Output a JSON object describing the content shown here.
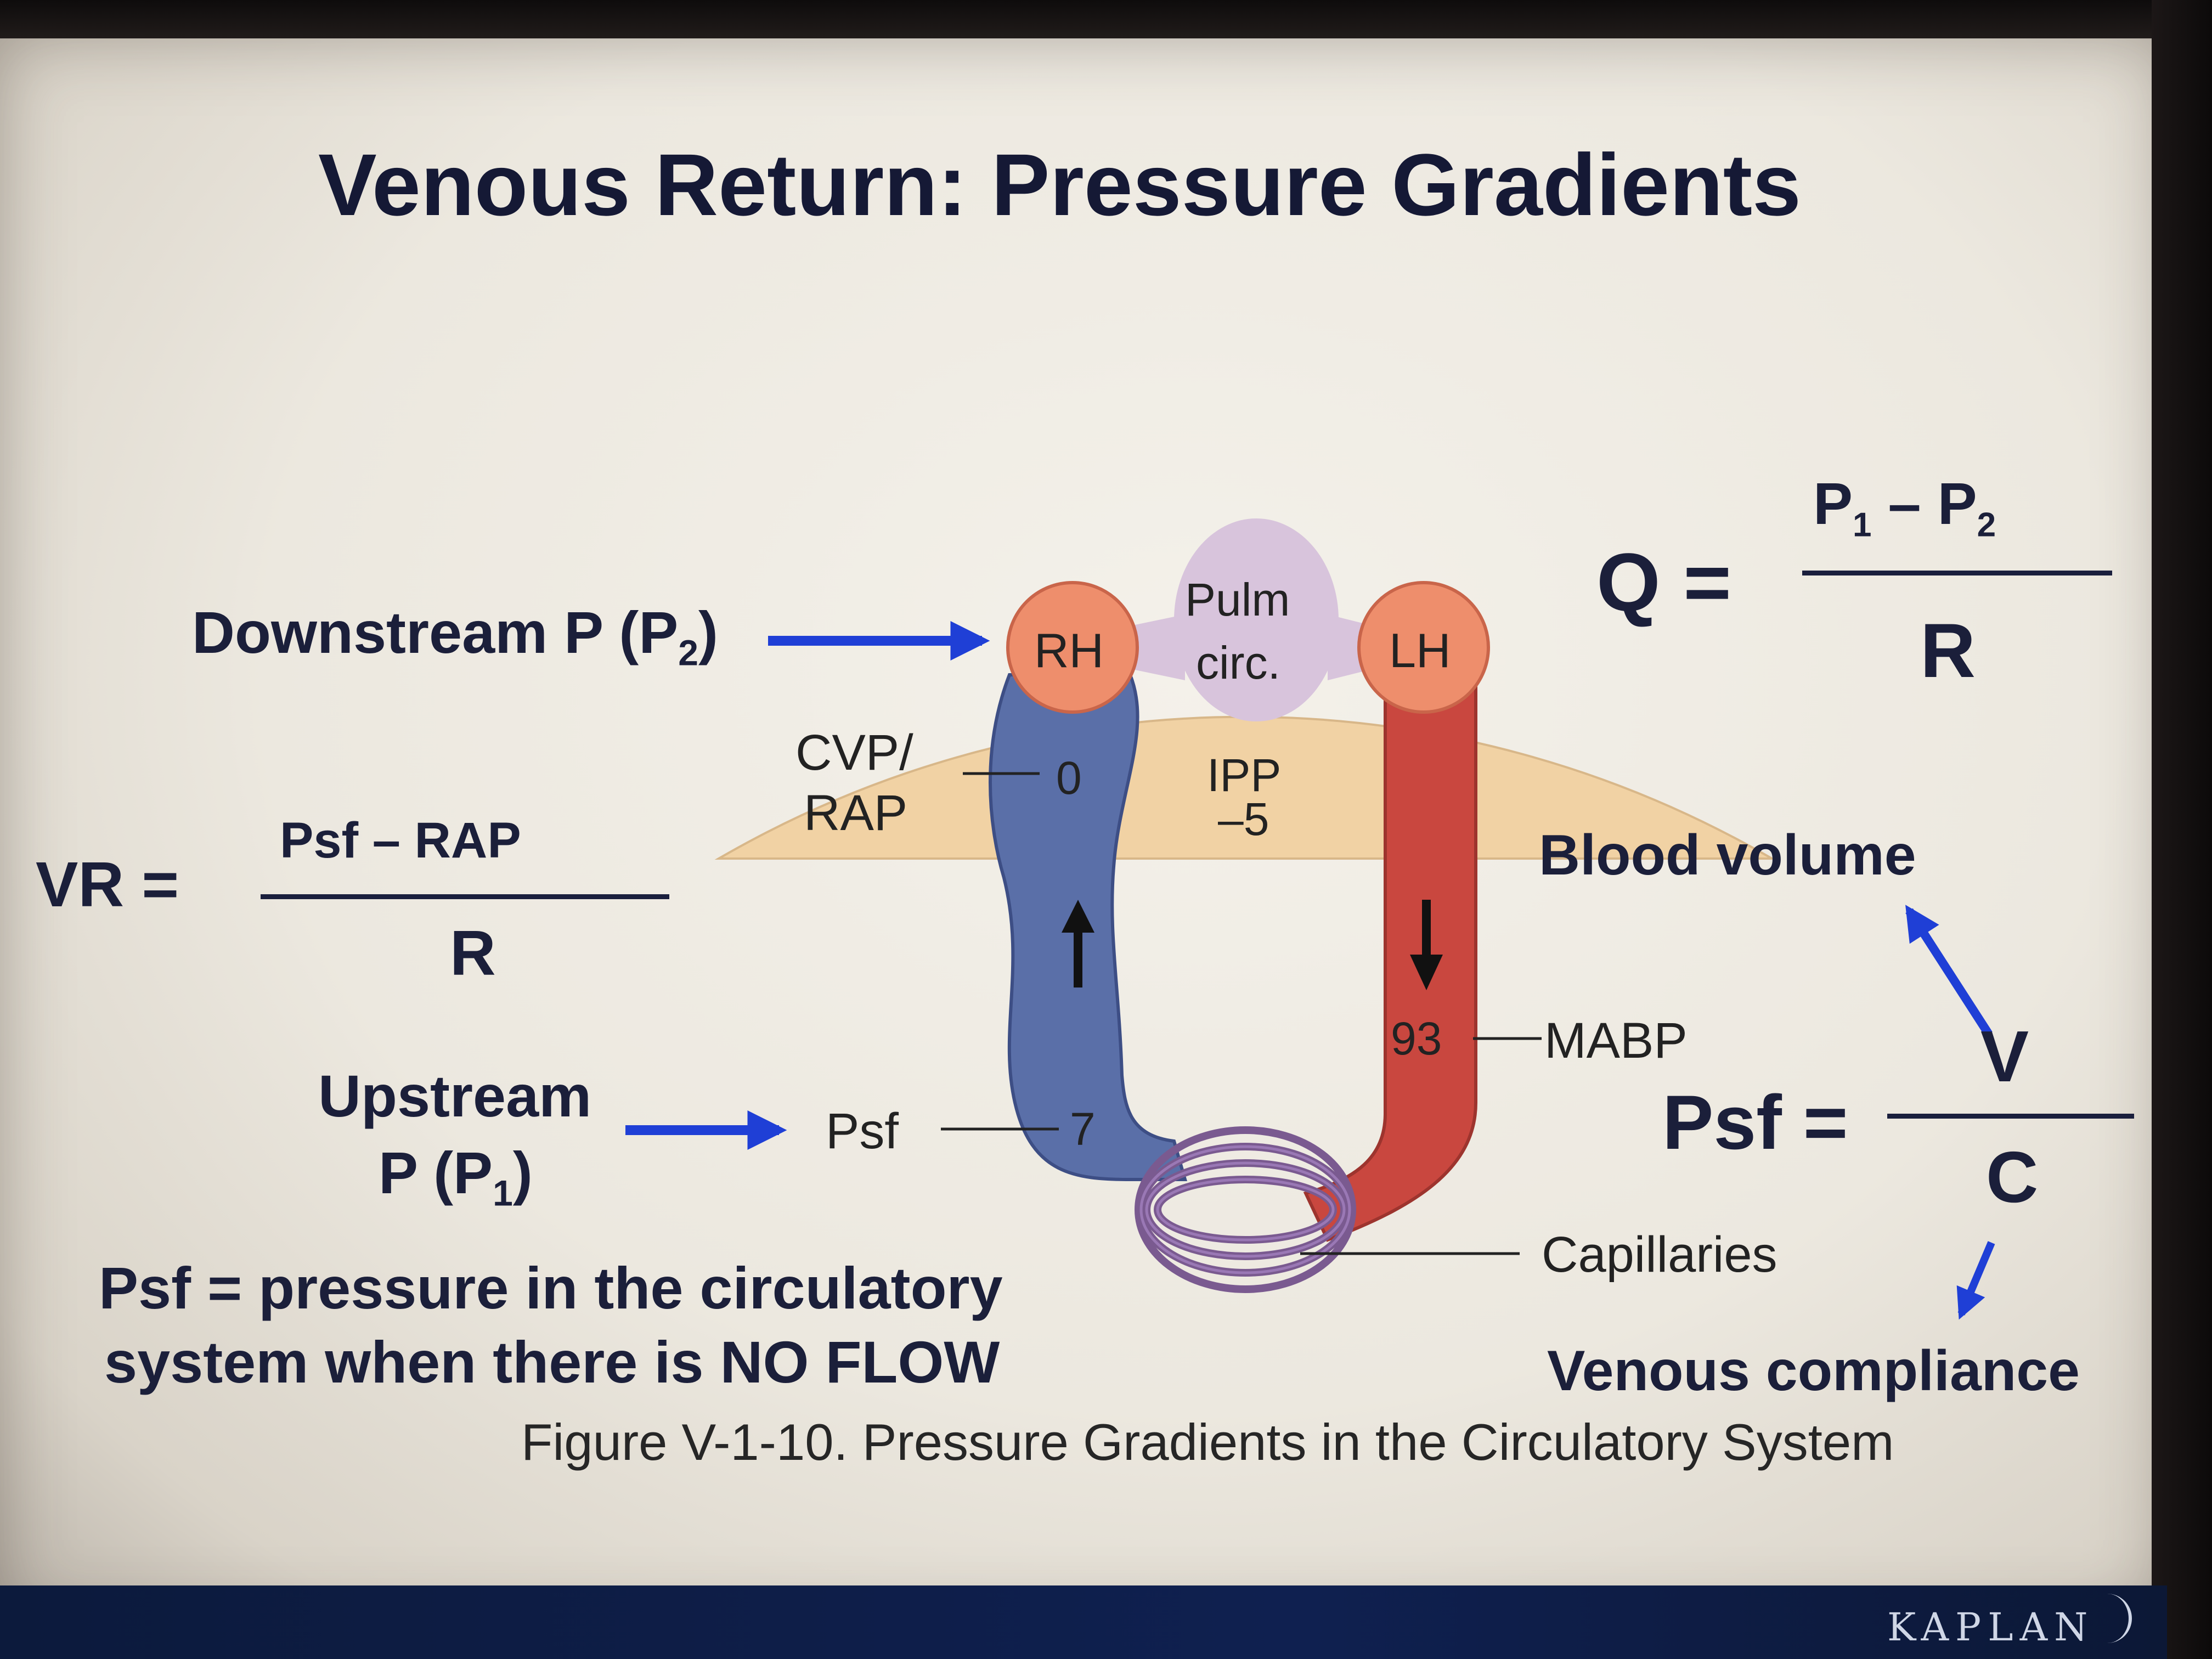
{
  "title": "Venous Return: Pressure Gradients",
  "downstream_label": "Downstream P (P",
  "downstream_sub": "2",
  "downstream_close": ")",
  "upstream_line1": "Upstream",
  "upstream_line2_a": "P (P",
  "upstream_sub": "1",
  "upstream_close": ")",
  "vr_label": "VR =",
  "vr_numerator": "Psf – RAP",
  "vr_denominator": "R",
  "q_label": "Q =",
  "q_num_p1": "P",
  "q_num_sub1": "1",
  "q_num_minus": " – P",
  "q_num_sub2": "2",
  "q_denominator": "R",
  "psf_label": "Psf =",
  "psf_numerator": "V",
  "psf_denominator": "C",
  "blood_volume": "Blood volume",
  "venous_compliance": "Venous compliance",
  "psf_definition_line1": "Psf = pressure in the circulatory",
  "psf_definition_line2": "system when there is NO FLOW",
  "caption": "Figure V-1-10. Pressure Gradients in the Circulatory System",
  "brand": "KAPLAN",
  "heart": {
    "rh": "RH",
    "lh": "LH",
    "pulm_line1": "Pulm",
    "pulm_line2": "circ.",
    "ipp_label": "IPP",
    "ipp_value": "–5",
    "cvp_line1": "CVP/",
    "cvp_line2": "RAP",
    "cvp_value": "0",
    "psf_marker": "Psf",
    "psf_value": "7",
    "mabp_value": "93",
    "mabp_label": "MABP",
    "capillaries": "Capillaries"
  },
  "colors": {
    "thorax": "#f1d2a4",
    "heart_chamber": "#ee8e6c",
    "pulm": "#d8c4dc",
    "venous": "#5a6fa8",
    "arterial": "#c9473f",
    "arrow_blue": "#1f3fd6"
  }
}
